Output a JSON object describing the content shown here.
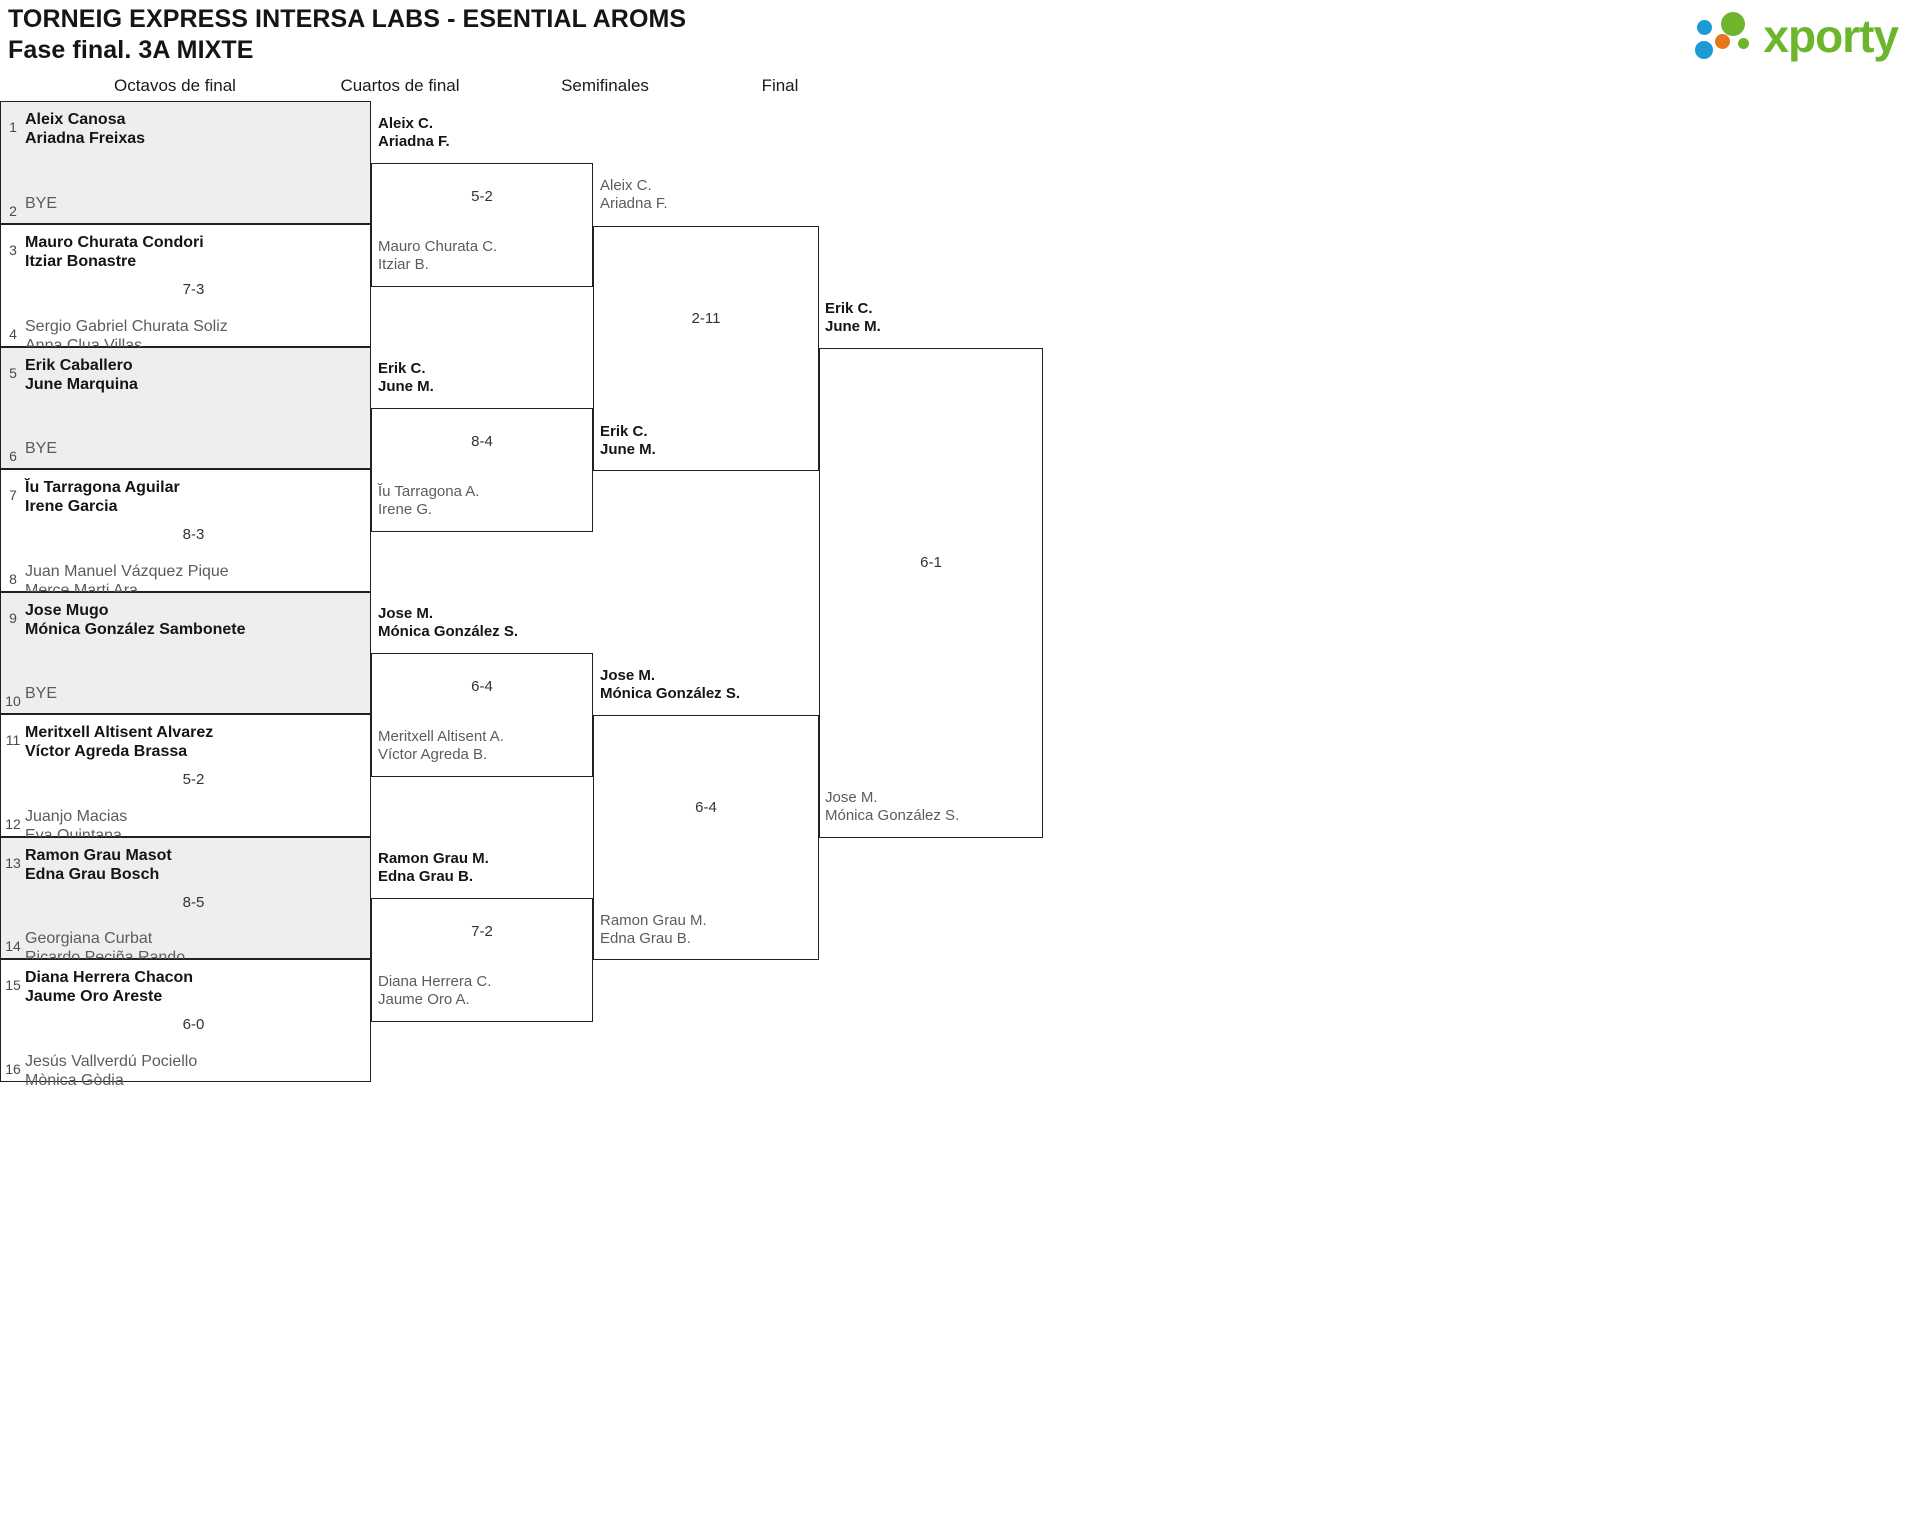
{
  "header": {
    "title_line1": "TORNEIG EXPRESS INTERSA LABS - ESENTIAL AROMS",
    "title_line2": "Fase final. 3A MIXTE",
    "logo_word": "xporty",
    "logo_colors": {
      "green": "#6cb52d",
      "orange": "#e8761a",
      "blue": "#1b9ad6"
    }
  },
  "rounds": [
    {
      "id": "r16",
      "label": "Octavos de final"
    },
    {
      "id": "qf",
      "label": "Cuartos de final"
    },
    {
      "id": "sf",
      "label": "Semifinales"
    },
    {
      "id": "f",
      "label": "Final"
    }
  ],
  "round1": {
    "matches": [
      {
        "score": "",
        "shaded": true,
        "top": {
          "seed": "1",
          "l1": "Aleix Canosa",
          "l2": "Ariadna Freixas",
          "winner": true
        },
        "bottom": {
          "seed": "2",
          "l1": "BYE",
          "l2": "",
          "winner": false
        }
      },
      {
        "score": "7-3",
        "shaded": false,
        "top": {
          "seed": "3",
          "l1": "Mauro Churata Condori",
          "l2": "Itziar Bonastre",
          "winner": true
        },
        "bottom": {
          "seed": "4",
          "l1": "Sergio Gabriel Churata Soliz",
          "l2": "Anna Clua Villas",
          "winner": false
        }
      },
      {
        "score": "",
        "shaded": true,
        "top": {
          "seed": "5",
          "l1": "Erik Caballero",
          "l2": "June Marquina",
          "winner": true
        },
        "bottom": {
          "seed": "6",
          "l1": "BYE",
          "l2": "",
          "winner": false
        }
      },
      {
        "score": "8-3",
        "shaded": false,
        "top": {
          "seed": "7",
          "l1": "Ĭu Tarragona Aguilar",
          "l2": "Irene Garcia",
          "winner": true
        },
        "bottom": {
          "seed": "8",
          "l1": "Juan Manuel Vázquez Pique",
          "l2": "Merce Marti Ara",
          "winner": false
        }
      },
      {
        "score": "",
        "shaded": true,
        "top": {
          "seed": "9",
          "l1": "Jose Mugo",
          "l2": "Mónica González Sambonete",
          "winner": true
        },
        "bottom": {
          "seed": "10",
          "l1": "BYE",
          "l2": "",
          "winner": false
        }
      },
      {
        "score": "5-2",
        "shaded": false,
        "top": {
          "seed": "11",
          "l1": "Meritxell Altisent Alvarez",
          "l2": "Víctor Agreda Brassa",
          "winner": true
        },
        "bottom": {
          "seed": "12",
          "l1": "Juanjo Macias",
          "l2": "Eva Quintana",
          "winner": false
        }
      },
      {
        "score": "8-5",
        "shaded": true,
        "top": {
          "seed": "13",
          "l1": "Ramon Grau Masot",
          "l2": "Edna Grau Bosch",
          "winner": true
        },
        "bottom": {
          "seed": "14",
          "l1": "Georgiana Curbat",
          "l2": "Ricardo Peciña Rando",
          "winner": false
        }
      },
      {
        "score": "6-0",
        "shaded": false,
        "top": {
          "seed": "15",
          "l1": "Diana Herrera Chacon",
          "l2": "Jaume Oro Areste",
          "winner": true
        },
        "bottom": {
          "seed": "16",
          "l1": "Jesús Vallverdú Pociello",
          "l2": "Mònica Gòdia",
          "winner": false
        }
      }
    ]
  },
  "quarterfinals": {
    "matches": [
      {
        "score": "5-2",
        "top": {
          "l1": "Aleix C.",
          "l2": "Ariadna F.",
          "winner": true
        },
        "bottom": {
          "l1": "Mauro Churata C.",
          "l2": "Itziar B.",
          "winner": false
        }
      },
      {
        "score": "8-4",
        "top": {
          "l1": "Erik C.",
          "l2": "June M.",
          "winner": true
        },
        "bottom": {
          "l1": "Ĭu Tarragona A.",
          "l2": "Irene G.",
          "winner": false
        }
      },
      {
        "score": "6-4",
        "top": {
          "l1": "Jose M.",
          "l2": "Mónica González S.",
          "winner": true
        },
        "bottom": {
          "l1": "Meritxell Altisent A.",
          "l2": "Víctor Agreda B.",
          "winner": false
        }
      },
      {
        "score": "7-2",
        "top": {
          "l1": "Ramon Grau M.",
          "l2": "Edna Grau B.",
          "winner": true
        },
        "bottom": {
          "l1": "Diana Herrera C.",
          "l2": "Jaume Oro A.",
          "winner": false
        }
      }
    ]
  },
  "semifinals": {
    "matches": [
      {
        "score": "2-11",
        "top": {
          "l1": "Aleix C.",
          "l2": "Ariadna F.",
          "winner": false
        },
        "bottom": {
          "l1": "Erik C.",
          "l2": "June M.",
          "winner": true
        }
      },
      {
        "score": "6-4",
        "top": {
          "l1": "Jose M.",
          "l2": "Mónica González S.",
          "winner": true
        },
        "bottom": {
          "l1": "Ramon Grau M.",
          "l2": "Edna Grau B.",
          "winner": false
        }
      }
    ]
  },
  "final": {
    "match": {
      "score": "6-1",
      "top": {
        "l1": "Erik C.",
        "l2": "June M.",
        "winner": true
      },
      "bottom": {
        "l1": "Jose M.",
        "l2": "Mónica González S.",
        "winner": false
      }
    }
  }
}
